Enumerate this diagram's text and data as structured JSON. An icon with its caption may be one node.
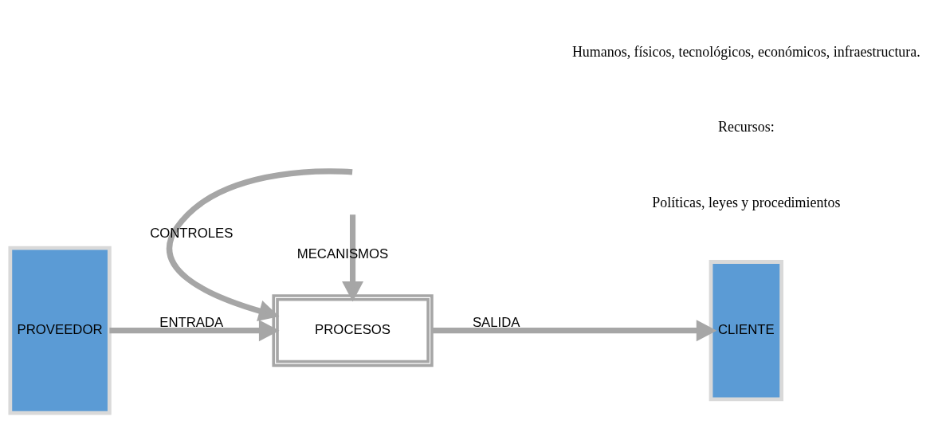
{
  "diagram": {
    "nodes": [
      {
        "text": [
          "PROVEEDOR"
        ]
      },
      {
        "text": [
          "PROCESOS"
        ]
      },
      {
        "text": [
          "CLIENTE"
        ]
      }
    ],
    "edges": [
      {
        "from": 0,
        "to": 1,
        "arrow": "to",
        "label": "ENTRADA"
      },
      {
        "from": 1,
        "to": 2,
        "arrow": "to",
        "label": "SALIDA"
      },
      {
        "from": null,
        "to": 1,
        "arrow": "to",
        "label": "CONTROLES"
      },
      {
        "from": null,
        "to": 1,
        "arrow": "to",
        "label": "MECANISMOS"
      }
    ],
    "labels": [
      "Políticas, leyes y procedimientos",
      "Recursos:",
      "Humanos, físicos, tecnológicos, económicos, infraestructura."
    ]
  }
}
